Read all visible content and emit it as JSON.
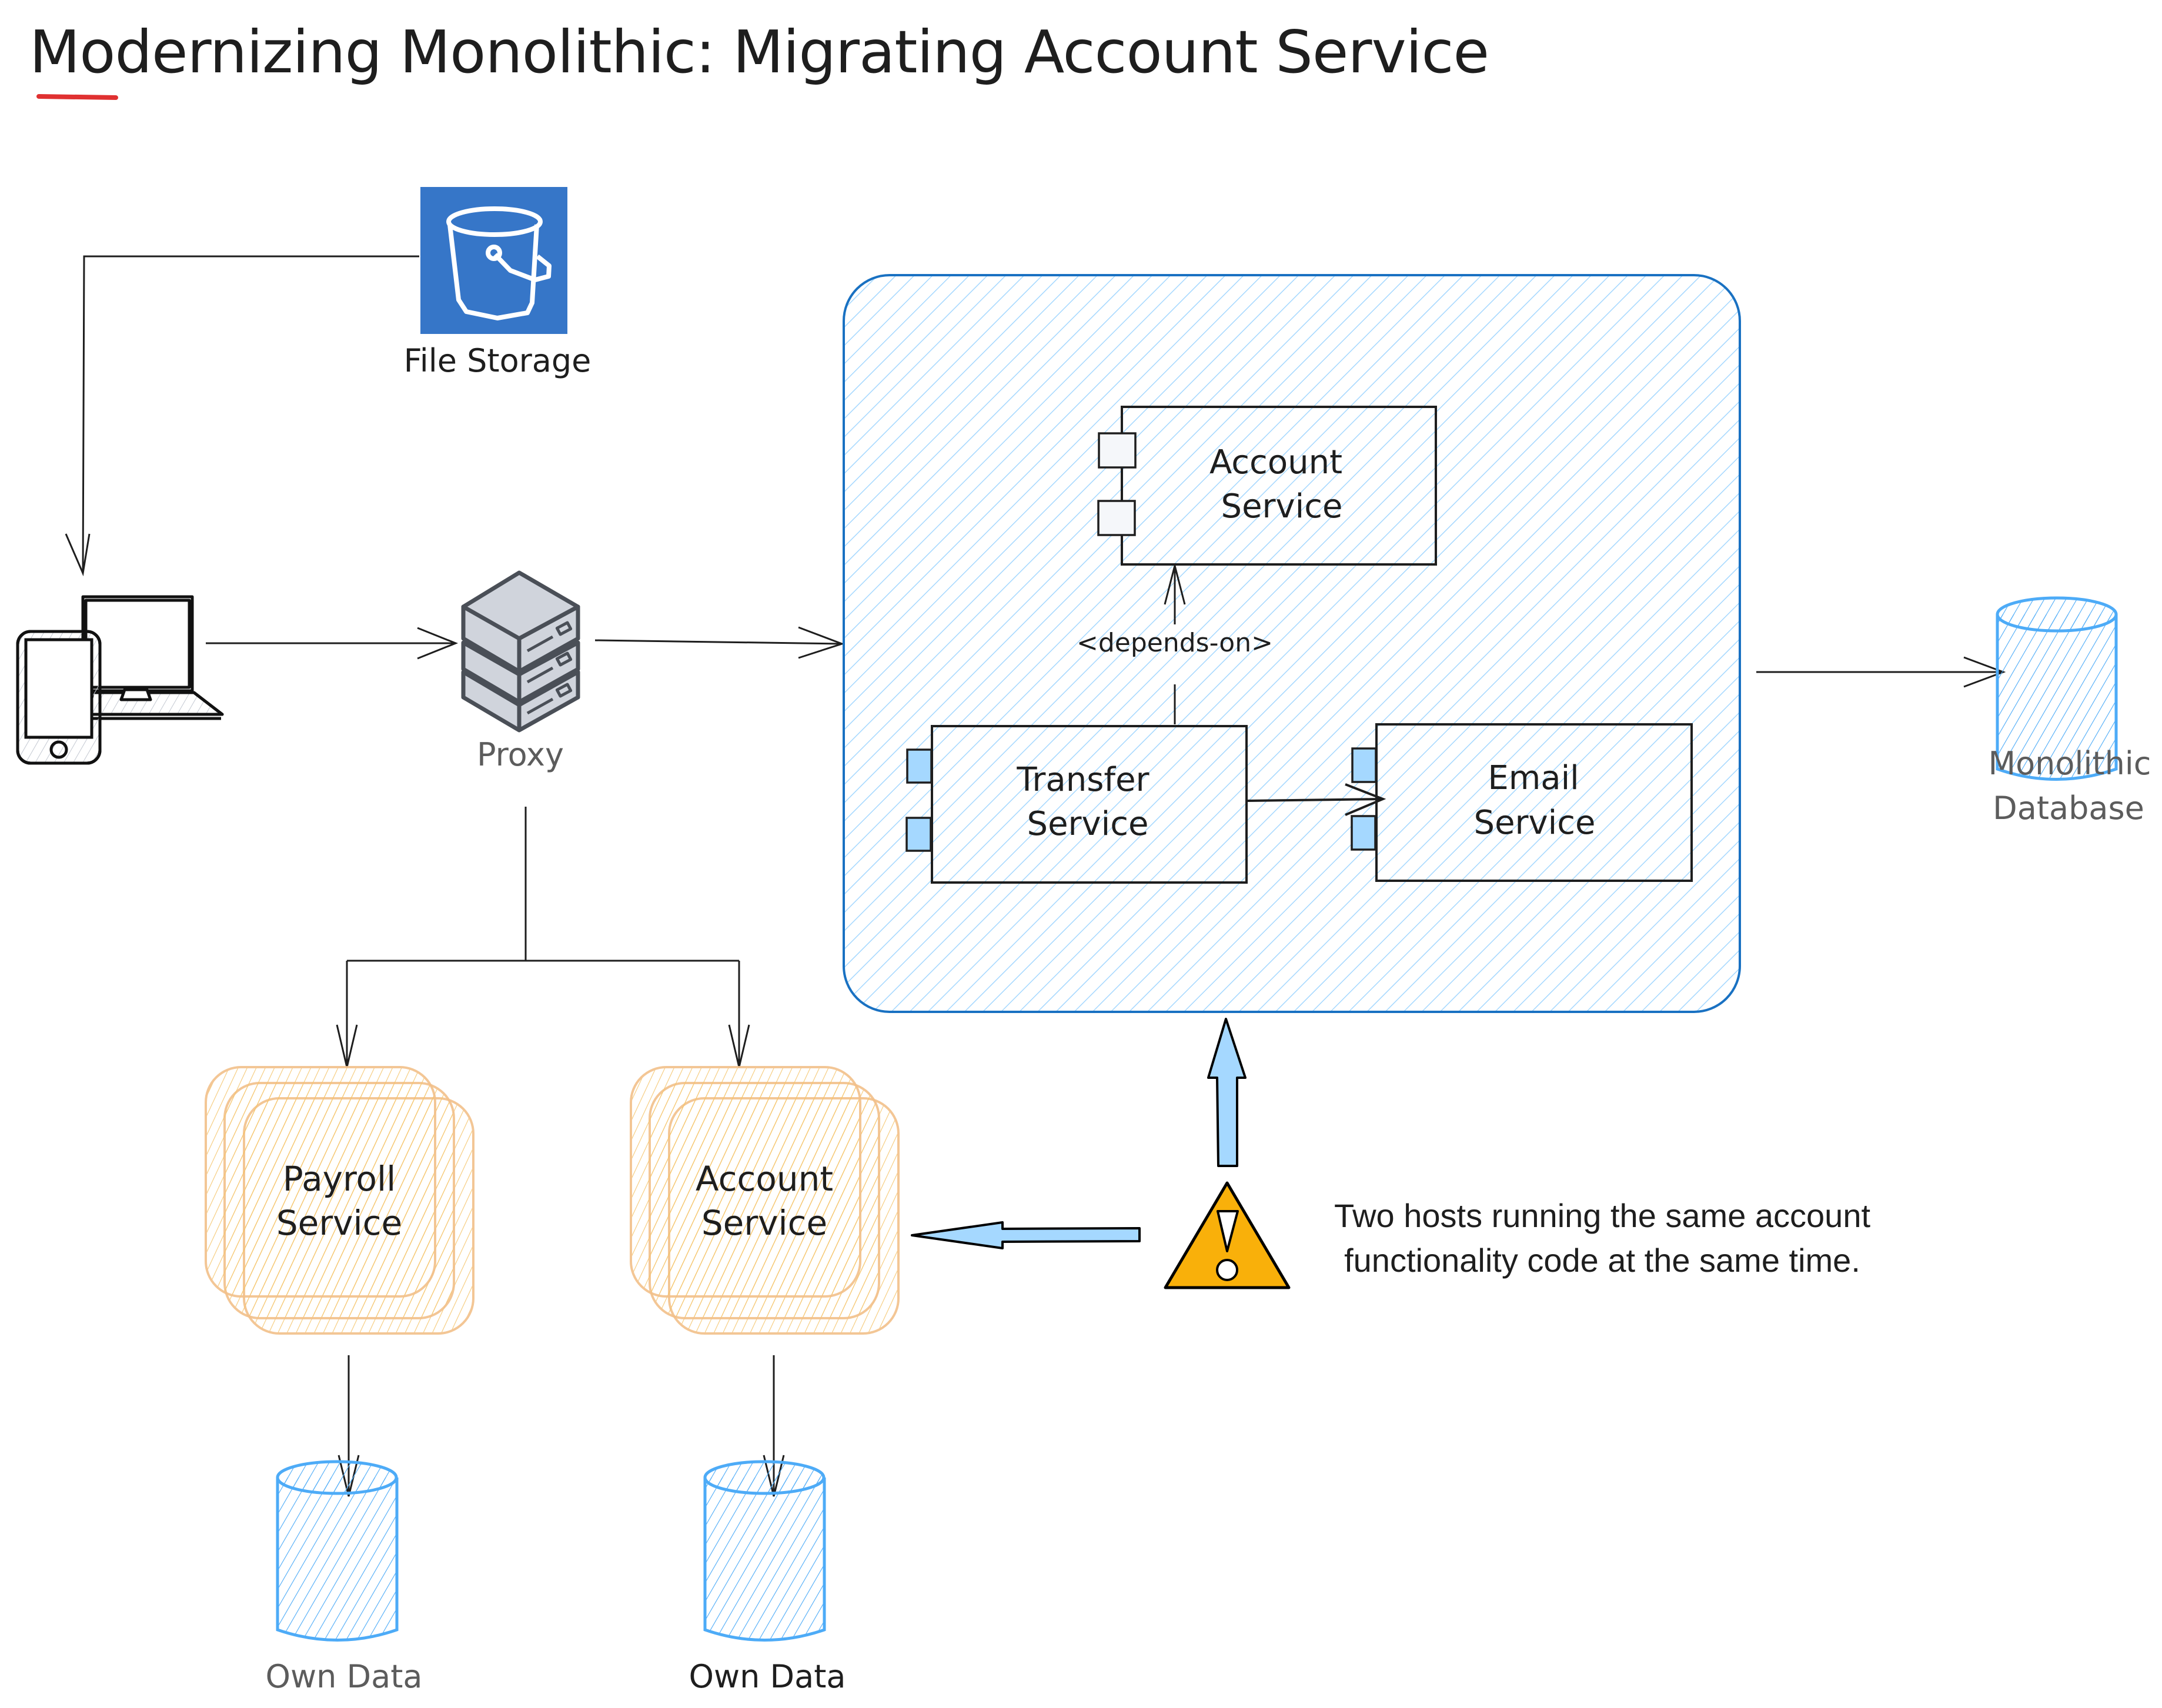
{
  "title": "Modernizing Monolithic: Migrating Account Service",
  "colors": {
    "ink": "#1e1e1e",
    "muted_label": "#5c5c5c",
    "container_border": "#1971c2",
    "container_hatch": "#a5d8ff",
    "component_port": "#a5d8ff",
    "db_stroke": "#4dabf7",
    "bucket_bg": "#3676c8",
    "server_fill": "#d0d4dc",
    "server_stroke": "#4a4f57",
    "orange_stroke": "#f2c08a",
    "orange_hatch": "#f5b955",
    "warning_fill": "#f9b00a",
    "accent_underline": "#e03131",
    "block_arrow_fill": "#a5d8ff"
  },
  "nodes": {
    "file_storage": {
      "label": "File Storage",
      "icon": "bucket-icon"
    },
    "client_devices": {
      "icon": "laptop-phone-icon"
    },
    "proxy": {
      "label": "Proxy",
      "icon": "server-stack-icon"
    },
    "monolith": {
      "components": {
        "account_service": {
          "line1": "Account",
          "line2": "Service"
        },
        "transfer_service": {
          "line1": "Transfer",
          "line2": "Service"
        },
        "email_service": {
          "line1": "Email",
          "line2": "Service"
        }
      },
      "dependency_label": "<depends-on>"
    },
    "monolithic_database": {
      "line1": "Monolithic",
      "line2": "Database",
      "icon": "database-icon"
    },
    "payroll_service": {
      "line1": "Payroll",
      "line2": "Service"
    },
    "account_microservice": {
      "line1": "Account",
      "line2": "Service"
    },
    "payroll_db": {
      "label": "Own Data",
      "icon": "database-icon"
    },
    "account_db": {
      "label": "Own Data",
      "icon": "database-icon"
    }
  },
  "warning": {
    "icon": "warning-icon",
    "line1": "Two hosts running the same account",
    "line2": "functionality code at the same time."
  }
}
